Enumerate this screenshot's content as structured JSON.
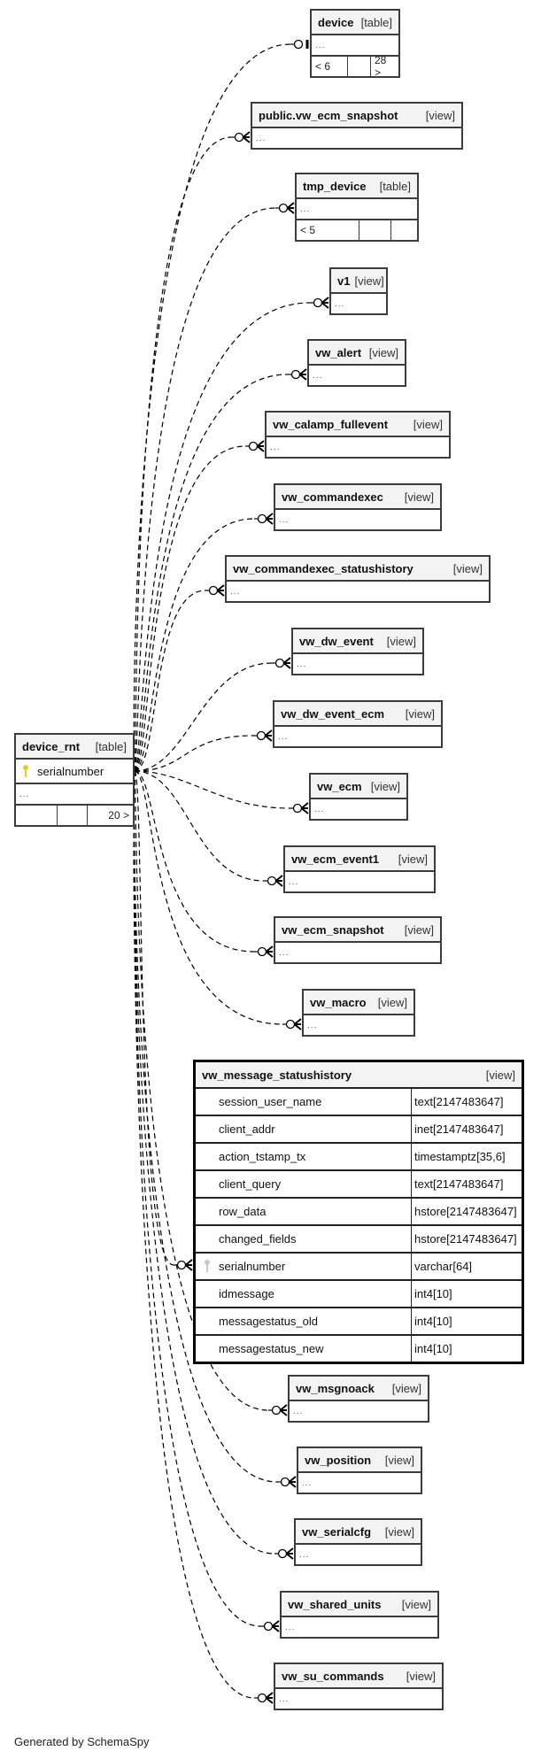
{
  "diagram": {
    "source": {
      "name": "device_rnt",
      "kind": "[table]",
      "key_column": "serialnumber",
      "ellipsis": "...",
      "stats": [
        "",
        "",
        "20 >"
      ]
    },
    "entities": [
      {
        "name": "device",
        "kind": "[table]",
        "ellipsis": "...",
        "stats": [
          "< 6",
          "",
          "28 >"
        ],
        "end": "one"
      },
      {
        "name": "public.vw_ecm_snapshot",
        "kind": "[view]",
        "ellipsis": "...",
        "end": "many"
      },
      {
        "name": "tmp_device",
        "kind": "[table]",
        "ellipsis": "...",
        "stats": [
          "< 5",
          "",
          ""
        ],
        "end": "many"
      },
      {
        "name": "v1",
        "kind": "[view]",
        "ellipsis": "...",
        "end": "many"
      },
      {
        "name": "vw_alert",
        "kind": "[view]",
        "ellipsis": "...",
        "end": "many"
      },
      {
        "name": "vw_calamp_fullevent",
        "kind": "[view]",
        "ellipsis": "...",
        "end": "many"
      },
      {
        "name": "vw_commandexec",
        "kind": "[view]",
        "ellipsis": "...",
        "end": "many"
      },
      {
        "name": "vw_commandexec_statushistory",
        "kind": "[view]",
        "ellipsis": "...",
        "end": "many"
      },
      {
        "name": "vw_dw_event",
        "kind": "[view]",
        "ellipsis": "...",
        "end": "many"
      },
      {
        "name": "vw_dw_event_ecm",
        "kind": "[view]",
        "ellipsis": "...",
        "end": "many"
      },
      {
        "name": "vw_ecm",
        "kind": "[view]",
        "ellipsis": "...",
        "end": "many"
      },
      {
        "name": "vw_ecm_event1",
        "kind": "[view]",
        "ellipsis": "...",
        "end": "many"
      },
      {
        "name": "vw_ecm_snapshot",
        "kind": "[view]",
        "ellipsis": "...",
        "end": "many"
      },
      {
        "name": "vw_macro",
        "kind": "[view]",
        "ellipsis": "...",
        "end": "many"
      },
      {
        "name": "vw_msgnoack",
        "kind": "[view]",
        "ellipsis": "...",
        "end": "many"
      },
      {
        "name": "vw_position",
        "kind": "[view]",
        "ellipsis": "...",
        "end": "many"
      },
      {
        "name": "vw_serialcfg",
        "kind": "[view]",
        "ellipsis": "...",
        "end": "many"
      },
      {
        "name": "vw_shared_units",
        "kind": "[view]",
        "ellipsis": "...",
        "end": "many"
      },
      {
        "name": "vw_su_commands",
        "kind": "[view]",
        "ellipsis": "...",
        "end": "many"
      }
    ],
    "focus": {
      "name": "vw_message_statushistory",
      "kind": "[view]",
      "columns": [
        {
          "name": "session_user_name",
          "type": "text[2147483647]",
          "key": ""
        },
        {
          "name": "client_addr",
          "type": "inet[2147483647]",
          "key": ""
        },
        {
          "name": "action_tstamp_tx",
          "type": "timestamptz[35,6]",
          "key": ""
        },
        {
          "name": "client_query",
          "type": "text[2147483647]",
          "key": ""
        },
        {
          "name": "row_data",
          "type": "hstore[2147483647]",
          "key": ""
        },
        {
          "name": "changed_fields",
          "type": "hstore[2147483647]",
          "key": ""
        },
        {
          "name": "serialnumber",
          "type": "varchar[64]",
          "key": "foreign"
        },
        {
          "name": "idmessage",
          "type": "int4[10]",
          "key": ""
        },
        {
          "name": "messagestatus_old",
          "type": "int4[10]",
          "key": ""
        },
        {
          "name": "messagestatus_new",
          "type": "int4[10]",
          "key": ""
        }
      ]
    },
    "footer": "Generated by SchemaSpy"
  }
}
